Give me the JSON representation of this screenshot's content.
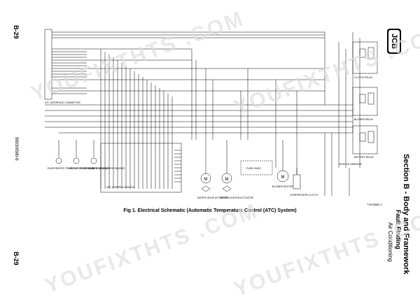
{
  "page": {
    "number_top": "B-29",
    "number_bottom": "B-29",
    "doc_ref": "9803/9580-6"
  },
  "header": {
    "section": "Section B - Body and Framework",
    "subsection": "Fault Finding",
    "topic": "Air Conditioning"
  },
  "figure": {
    "caption": "Fig 1. Electrical Schematic (Automatic Temperature Control (ATC) System)",
    "ref": "TS028680-1"
  },
  "schematic_labels": {
    "relay_top": "CLUTCH RELAY",
    "relay_mid": "BLOWER RELAY",
    "relay_bottom": "BATTERY RELAY",
    "harness": "VEHICLE HARNESS",
    "connector": "ATC INTERFACE CONNECTOR",
    "control_module": "ATC CONTROL MODULE",
    "water_valve": "WATER VALVE ACTUATOR",
    "recirc": "RECIRCULATION ACTUATOR",
    "blower": "BLOWER MOTOR",
    "compressor": "COMPRESSOR CLUTCH",
    "evap_sensor": "EVAPORATOR TEMPERATURE SENSOR",
    "outlet_sensor": "OUTLET TEMPERATURE SENSOR",
    "cab_sensor": "CAB TEMPERATURE SENSOR",
    "fuse_links": "FUSE LINKS"
  },
  "watermark": {
    "text": "YOUFIXTHTS .COM"
  },
  "logo": {
    "text": "JCB"
  }
}
